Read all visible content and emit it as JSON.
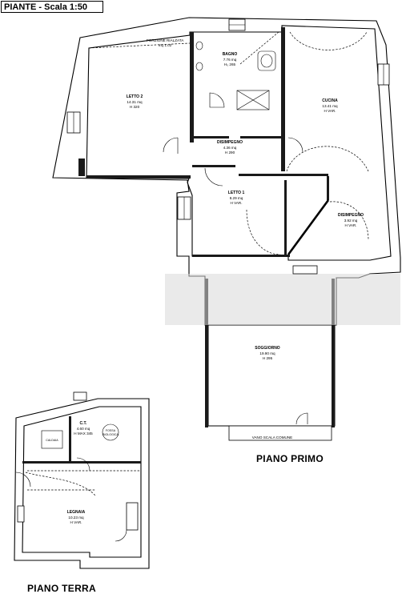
{
  "header": {
    "title": "PIANTE - Scala 1:50"
  },
  "floors": {
    "primo": "PIANO PRIMO",
    "terra": "PIANO TERRA"
  },
  "rooms": {
    "letto2": {
      "name": "LETTO 2",
      "area": "14.31 mq",
      "height": "H 320"
    },
    "bagno": {
      "name": "BAGNO",
      "area": "7.76 mq",
      "height": "H₀ 265"
    },
    "cucina": {
      "name": "CUCINA",
      "area": "13.41 mq",
      "height": "H VAR."
    },
    "disimpegno1": {
      "name": "DISIMPEGNO",
      "area": "4.36 mq",
      "height": "H 290"
    },
    "letto1": {
      "name": "LETTO 1",
      "area": "8.29 mq",
      "height": "H VAR."
    },
    "disimpegno2": {
      "name": "DISIMPEGNO",
      "area": "3.92 mq",
      "height": "H VAR."
    },
    "soggiorno": {
      "name": "SOGGIORNO",
      "area": "19.90 mq",
      "height": "H 295"
    },
    "ct": {
      "name": "C.T.",
      "area": "4.60 mq",
      "height": "H MAX 345"
    },
    "legnaia": {
      "name": "LEGNAIA",
      "area": "10.23 mq",
      "height": "H VAR."
    }
  },
  "labels": {
    "porzione_rialzata": "PORZIONE RIALZATA",
    "porzione_area": "mq 1.02",
    "vano_scala": "VANO SCALA COMUNE",
    "caldaia": "CALDAIA",
    "fossa_1": "FOSSA",
    "fossa_2": "BIOLOGICA"
  }
}
